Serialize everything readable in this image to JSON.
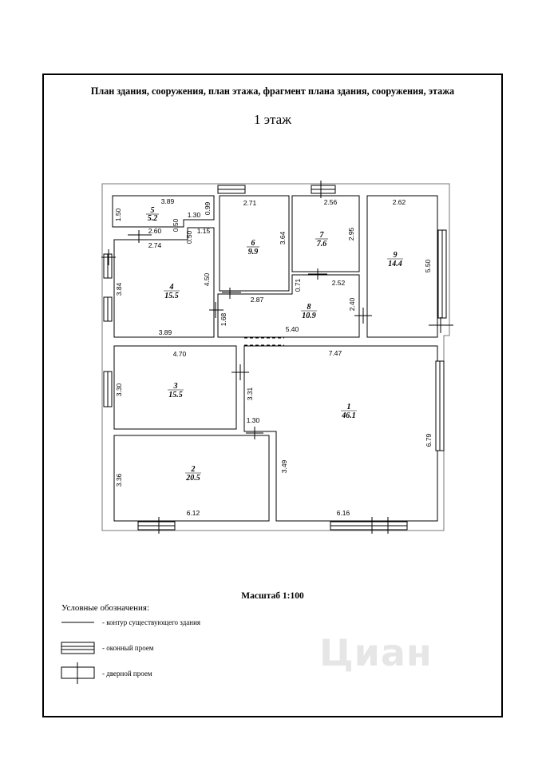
{
  "header": {
    "title": "План здания, сооружения, план этажа, фрагмент плана здания, сооружения, этажа",
    "floor": "1 этаж"
  },
  "rooms": [
    {
      "num": "1",
      "area": "46.1"
    },
    {
      "num": "2",
      "area": "20.5"
    },
    {
      "num": "3",
      "area": "15.5"
    },
    {
      "num": "4",
      "area": "15.5"
    },
    {
      "num": "5",
      "area": "5.2"
    },
    {
      "num": "6",
      "area": "9.9"
    },
    {
      "num": "7",
      "area": "7.6"
    },
    {
      "num": "8",
      "area": "10.9"
    },
    {
      "num": "9",
      "area": "14.4"
    }
  ],
  "dims": {
    "d5_top": "3.89",
    "d5_left": "1.50",
    "d5_right": "0.99",
    "d5_step": "1.30",
    "d5_bottom": "2.60",
    "d5_step_v": "0.50",
    "d4_top": "2.74",
    "d4_step_v": "0.50",
    "d4_step_h": "1.15",
    "d4_left": "3.84",
    "d4_right": "4.50",
    "d4_bottom": "3.89",
    "d6_top": "2.71",
    "d6_right": "3.64",
    "d6_bottom": "2.87",
    "d7_top": "2.56",
    "d7_right": "2.95",
    "d8_top_v": "0.71",
    "d8_top": "2.52",
    "d8_right": "2.40",
    "d8_left": "1.68",
    "d8_bottom": "5.40",
    "d9_top": "2.62",
    "d9_right": "5.50",
    "d3_top": "4.70",
    "d3_left": "3.30",
    "d1_top": "7.47",
    "d1_left": "3.31",
    "d1_step": "1.30",
    "d1_left2": "3.49",
    "d1_right": "6.79",
    "d1_bottom": "6.16",
    "d2_left": "3.36",
    "d2_bottom": "6.12"
  },
  "scale": "Масштаб 1:100",
  "legend": {
    "title": "Условные обозначения:",
    "items": [
      {
        "label": "- контур существующего здания"
      },
      {
        "label": "- оконный проем"
      },
      {
        "label": "- дверной проем"
      }
    ]
  },
  "watermark": "Циан"
}
